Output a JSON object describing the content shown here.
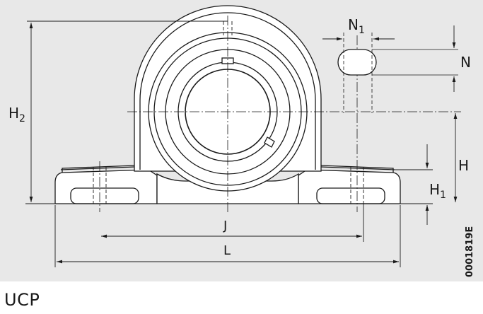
{
  "diagram": {
    "labels": {
      "H2": {
        "main": "H",
        "sub": "2"
      },
      "N1": {
        "main": "N",
        "sub": "1"
      },
      "N": {
        "main": "N"
      },
      "H": {
        "main": "H"
      },
      "H1": {
        "main": "H",
        "sub": "1"
      },
      "J": {
        "main": "J"
      },
      "L": {
        "main": "L"
      }
    },
    "code": "0001819E"
  },
  "caption": "UCP",
  "colors": {
    "background": "#e8e8e8",
    "line": "#1a1a1a",
    "dim": "#2a2a2a"
  }
}
